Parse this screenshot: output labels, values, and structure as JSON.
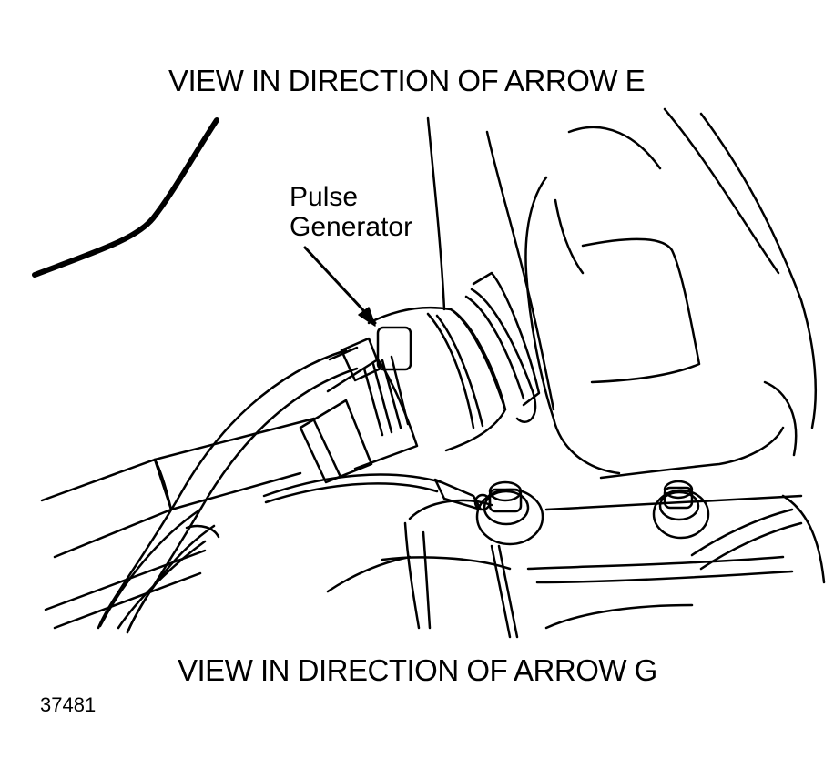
{
  "captions": {
    "top": "VIEW IN DIRECTION OF ARROW E",
    "bottom": "VIEW IN DIRECTION OF ARROW G",
    "figure_number": "37481"
  },
  "callout": {
    "line1": "Pulse",
    "line2": "Generator"
  },
  "colors": {
    "ink": "#000000",
    "paper": "#ffffff"
  }
}
